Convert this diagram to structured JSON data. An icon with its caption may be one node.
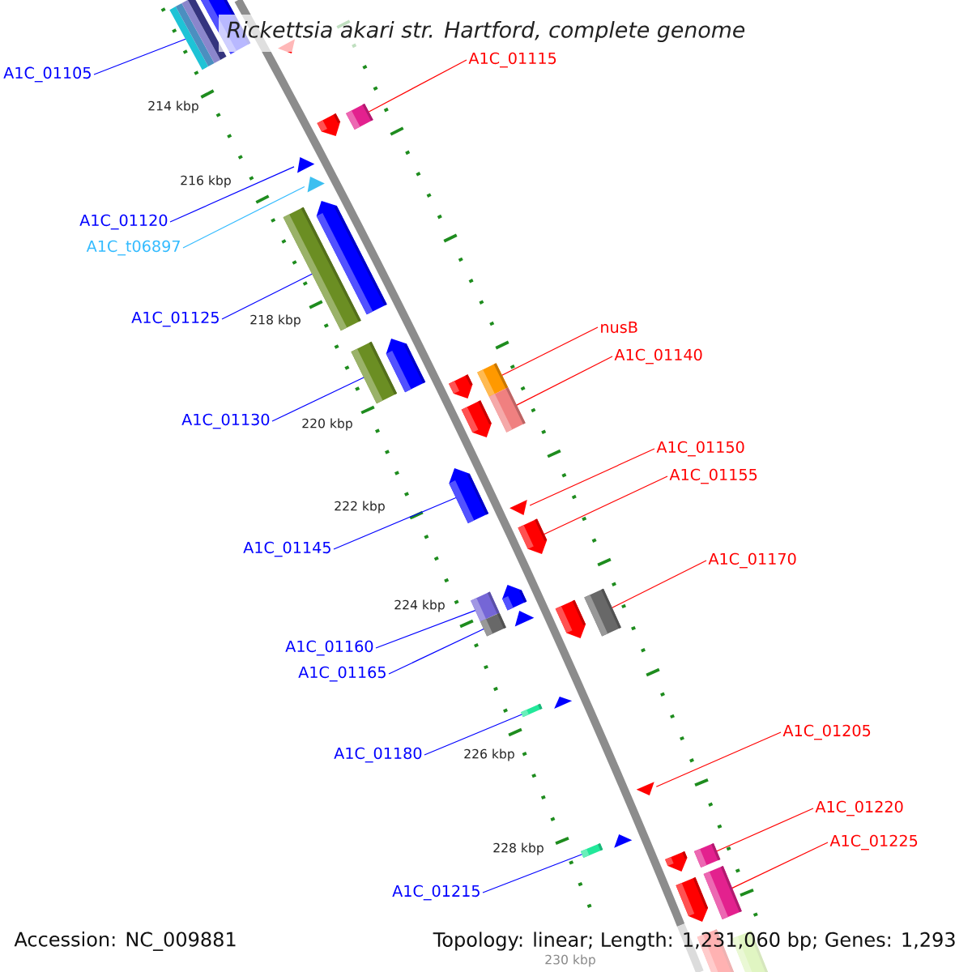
{
  "diagram": {
    "title": "Rickettsia akari str. Hartford, complete genome",
    "nodes": [
      {
        "text": [
          "A1C_01115"
        ]
      },
      {
        "text": [],
        "shape": "box"
      },
      {
        "text": [
          "A1C_01105"
        ]
      },
      {
        "text": [],
        "shape": "box"
      },
      {
        "text": [
          "A1C_01120"
        ]
      },
      {
        "text": [],
        "shape": "triangle"
      },
      {
        "text": [
          "A1C_t06897"
        ]
      },
      {
        "text": [],
        "shape": "triangle"
      },
      {
        "text": [
          "A1C_01125"
        ]
      },
      {
        "text": [],
        "shape": "box"
      },
      {
        "text": [
          "nusB"
        ]
      },
      {
        "text": [],
        "shape": "box"
      },
      {
        "text": [
          "A1C_01140"
        ]
      },
      {
        "text": [],
        "shape": "box"
      },
      {
        "text": [
          "A1C_01130"
        ]
      },
      {
        "text": [],
        "shape": "box"
      },
      {
        "text": [
          "A1C_01150"
        ]
      },
      {
        "text": [],
        "shape": "triangle"
      },
      {
        "text": [
          "A1C_01155"
        ]
      },
      {
        "text": [],
        "shape": "pentagon"
      },
      {
        "text": [
          "A1C_01145"
        ]
      },
      {
        "text": [],
        "shape": "pentagon"
      },
      {
        "text": [
          "A1C_01170"
        ]
      },
      {
        "text": [],
        "shape": "box"
      },
      {
        "text": [
          "A1C_01160"
        ]
      },
      {
        "text": [],
        "shape": "box"
      },
      {
        "text": [
          "A1C_01165"
        ]
      },
      {
        "text": [],
        "shape": "box"
      },
      {
        "text": [
          "A1C_01205"
        ]
      },
      {
        "text": [],
        "shape": "triangle"
      },
      {
        "text": [
          "A1C_01180"
        ]
      },
      {
        "text": [],
        "shape": "box"
      },
      {
        "text": [
          "A1C_01220"
        ]
      },
      {
        "text": [],
        "shape": "box"
      },
      {
        "text": [
          "A1C_01225"
        ]
      },
      {
        "text": [],
        "shape": "box"
      },
      {
        "text": [
          "A1C_01215"
        ]
      },
      {
        "text": [],
        "shape": "box"
      },
      {
        "text": [],
        "shape": "pentagon"
      },
      {
        "text": [],
        "shape": "triangle"
      },
      {
        "text": [],
        "shape": "pentagon"
      },
      {
        "text": [],
        "shape": "pentagon"
      },
      {
        "text": [],
        "shape": "pentagon"
      },
      {
        "text": [],
        "shape": "pentagon"
      },
      {
        "text": [],
        "shape": "pentagon"
      },
      {
        "text": [],
        "shape": "pentagon"
      },
      {
        "text": [],
        "shape": "triangle"
      },
      {
        "text": [],
        "shape": "pentagon"
      },
      {
        "text": [],
        "shape": "triangle"
      },
      {
        "text": [],
        "shape": "triangle"
      },
      {
        "text": [],
        "shape": "pentagon"
      },
      {
        "text": [],
        "shape": "pentagon"
      },
      {
        "text": [],
        "shape": "box"
      },
      {
        "text": [],
        "shape": "box"
      }
    ],
    "edges": [
      {
        "from": 0,
        "to": 1,
        "arrow": "none",
        "color": "#ff0000"
      },
      {
        "from": 2,
        "to": 3,
        "arrow": "none",
        "color": "#0000ff"
      },
      {
        "from": 4,
        "to": 5,
        "arrow": "none",
        "color": "#0000ff"
      },
      {
        "from": 6,
        "to": 7,
        "arrow": "none",
        "color": "#33bbff"
      },
      {
        "from": 8,
        "to": 9,
        "arrow": "none",
        "color": "#0000ff"
      },
      {
        "from": 10,
        "to": 11,
        "arrow": "none",
        "color": "#ff0000"
      },
      {
        "from": 12,
        "to": 13,
        "arrow": "none",
        "color": "#ff0000"
      },
      {
        "from": 14,
        "to": 15,
        "arrow": "none",
        "color": "#0000ff"
      },
      {
        "from": 16,
        "to": 17,
        "arrow": "none",
        "color": "#ff0000"
      },
      {
        "from": 18,
        "to": 19,
        "arrow": "none",
        "color": "#ff0000"
      },
      {
        "from": 20,
        "to": 21,
        "arrow": "none",
        "color": "#0000ff"
      },
      {
        "from": 22,
        "to": 23,
        "arrow": "none",
        "color": "#ff0000"
      },
      {
        "from": 24,
        "to": 25,
        "arrow": "none",
        "color": "#0000ff"
      },
      {
        "from": 26,
        "to": 27,
        "arrow": "none",
        "color": "#0000ff"
      },
      {
        "from": 28,
        "to": 29,
        "arrow": "none",
        "color": "#ff0000"
      },
      {
        "from": 30,
        "to": 31,
        "arrow": "none",
        "color": "#0000ff"
      },
      {
        "from": 32,
        "to": 33,
        "arrow": "none",
        "color": "#ff0000"
      },
      {
        "from": 34,
        "to": 35,
        "arrow": "none",
        "color": "#ff0000"
      },
      {
        "from": 36,
        "to": 37,
        "arrow": "none",
        "color": "#0000ff"
      }
    ],
    "labels": [
      "214 kbp",
      "216 kbp",
      "218 kbp",
      "220 kbp",
      "222 kbp",
      "224 kbp",
      "226 kbp",
      "228 kbp",
      "230 kbp",
      "Accession: NC_009881",
      "Topology: linear; Length: 1,231,060 bp; Genes: 1,293"
    ]
  }
}
